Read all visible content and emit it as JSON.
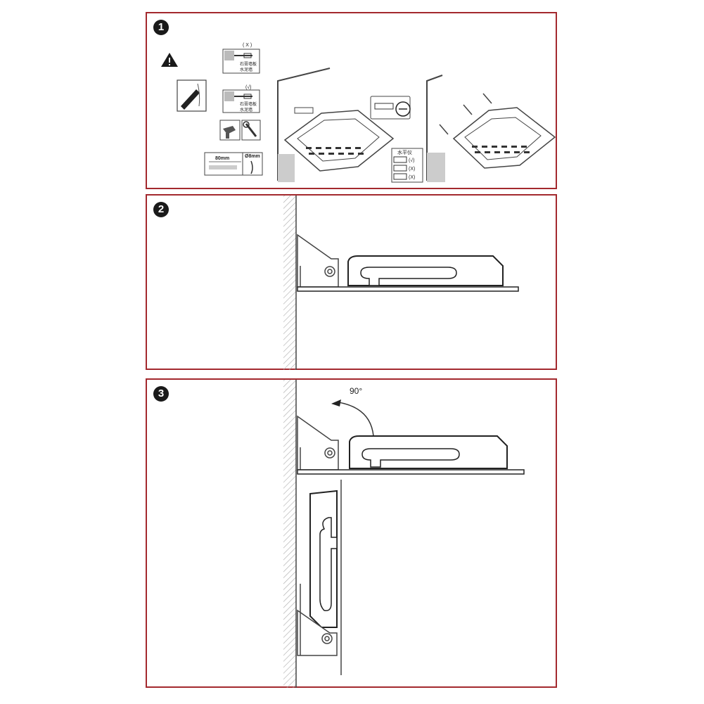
{
  "steps": [
    {
      "number": "1"
    },
    {
      "number": "2"
    },
    {
      "number": "3"
    }
  ],
  "step1": {
    "drywall_mark": "( X )",
    "drywall_label_line1": "石膏墙板",
    "drywall_label_line2": "水泥墙",
    "concrete_mark": "(√)",
    "concrete_label_line1": "石膏墙板",
    "concrete_label_line2": "水泥墙",
    "depth_label": "80mm",
    "diameter_label": "Ø8mm",
    "level_title": "水平仪",
    "level_ok": "(√)",
    "level_bad1": "(X)",
    "level_bad2": "(X)"
  },
  "step3": {
    "angle_label": "90°"
  }
}
